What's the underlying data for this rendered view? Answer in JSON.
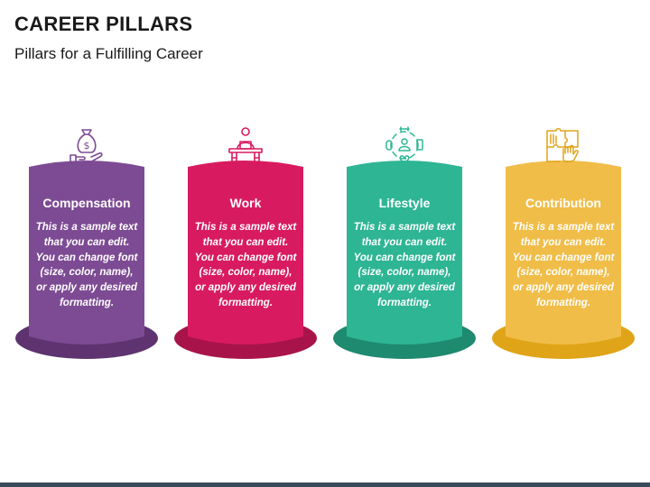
{
  "title": "CAREER PILLARS",
  "subtitle": "Pillars for a Fulfilling Career",
  "pillars": [
    {
      "heading": "Compensation",
      "text": "This is a sample text that you can edit. You can change font (size, color, name), or apply any desired formatting.",
      "icon": "money-bag-hand-icon",
      "color": "#7d4b93",
      "dark": "#5e3370"
    },
    {
      "heading": "Work",
      "text": "This is a sample text that you can edit. You can change font (size, color, name), or apply any desired formatting.",
      "icon": "person-at-desk-icon",
      "color": "#d81b60",
      "dark": "#a8144a"
    },
    {
      "heading": "Lifestyle",
      "text": "This is a sample text that you can edit. You can change font (size, color, name), or apply any desired formatting.",
      "icon": "lifestyle-icon",
      "color": "#2eb594",
      "dark": "#1e8a6f"
    },
    {
      "heading": "Contribution",
      "text": "This is a sample text that you can edit. You can change font (size, color, name), or apply any desired formatting.",
      "icon": "puzzle-hands-icon",
      "color": "#f0bd48",
      "dark": "#e0a418"
    }
  ]
}
